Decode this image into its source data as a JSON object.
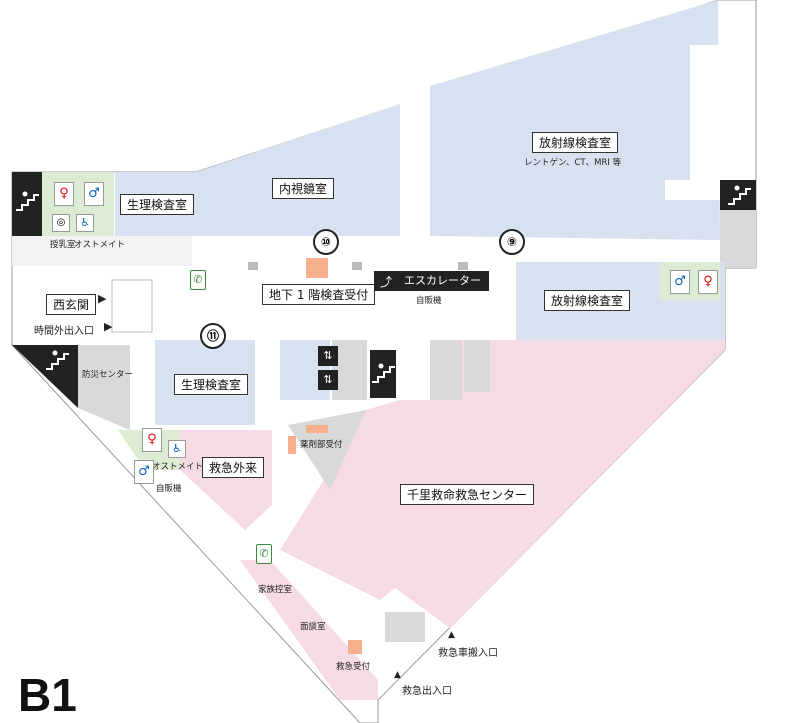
{
  "colors": {
    "clinic": "#d8e1f0",
    "emergency": "#f6dbe7",
    "service": "#d9d9d9",
    "restroom": "#dcebd2",
    "corridor": "#ffffff",
    "dark": "#222222"
  },
  "floor_label": "B1",
  "rooms": {
    "radiology_1": "放射線検査室",
    "radiology_1_sub": "レントゲン、CT、MRI 等",
    "endoscopy": "内視鏡室",
    "physio_1": "生理検査室",
    "reception_b1": "地下 1 階検査受付",
    "radiology_2": "放射線検査室",
    "physio_2": "生理検査室",
    "emergency_center": "千里救命救急センター",
    "er_outpatient": "救急外来",
    "pharmacy": "薬剤部受付",
    "disaster": "防災センター",
    "family_room": "家族控室",
    "consult_room": "面談室",
    "er_reception": "救急受付"
  },
  "labels": {
    "west_entrance": "西玄関",
    "after_hours": "時間外出入口",
    "escalator": "エスカレーター",
    "vending_1": "自販機",
    "vending_2": "自販機",
    "nursing": "授乳室",
    "ostomate_1": "オストメイト",
    "ostomate_2": "オストメイト",
    "ambulance_entrance": "救急車搬入口",
    "er_entrance": "救急出入口"
  },
  "area_numbers": {
    "n10": "⑩",
    "n9": "⑨",
    "n11": "⑪"
  },
  "icons": [
    "stairs-icon",
    "male-restroom-icon",
    "female-restroom-icon",
    "accessible-restroom-icon",
    "nursing-room-icon",
    "phone-icon",
    "elevator-icon",
    "escalator-icon",
    "arrow-right-icon"
  ]
}
